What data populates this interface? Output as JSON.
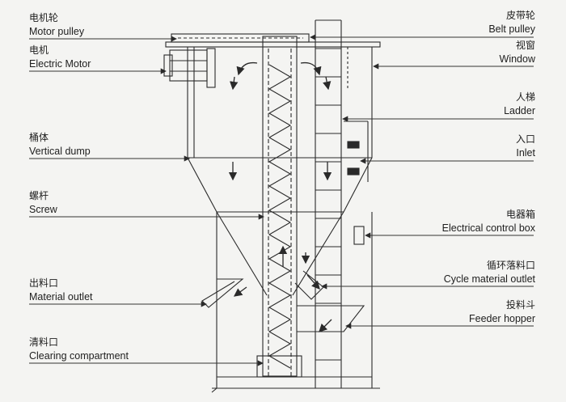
{
  "labels": {
    "motor_pulley": {
      "zh": "电机轮",
      "en": "Motor pulley"
    },
    "electric_motor": {
      "zh": "电机",
      "en": "Electric Motor"
    },
    "vertical_dump": {
      "zh": "桶体",
      "en": "Vertical dump"
    },
    "screw": {
      "zh": "螺杆",
      "en": "Screw"
    },
    "material_outlet": {
      "zh": "出料口",
      "en": "Material outlet"
    },
    "clearing_compartment": {
      "zh": "清料口",
      "en": "Clearing compartment"
    },
    "belt_pulley": {
      "zh": "皮带轮",
      "en": "Belt pulley"
    },
    "window": {
      "zh": "视窗",
      "en": "Window"
    },
    "ladder": {
      "zh": "人梯",
      "en": "Ladder"
    },
    "inlet": {
      "zh": "入口",
      "en": "Inlet"
    },
    "electrical_control_box": {
      "zh": "电器箱",
      "en": "Electrical control box"
    },
    "cycle_material_outlet": {
      "zh": "循环落料口",
      "en": "Cycle material outlet"
    },
    "feeder_hopper": {
      "zh": "投料斗",
      "en": "Feeder hopper"
    }
  },
  "colors": {
    "line": "#2a2a2a",
    "background": "#f4f4f2"
  },
  "icons": [
    "flow-arrow-icon"
  ]
}
